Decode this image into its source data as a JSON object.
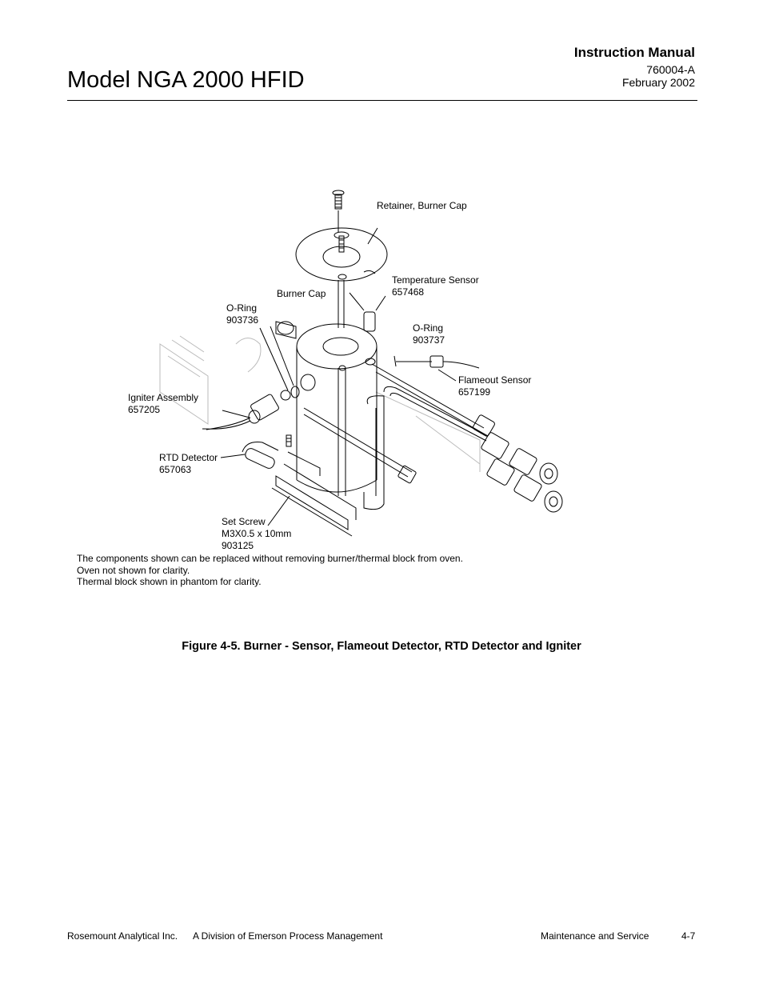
{
  "header": {
    "title": "Model NGA 2000 HFID",
    "manual_label": "Instruction Manual",
    "doc_number": "760004-A",
    "date": "February 2002"
  },
  "figure": {
    "callouts": {
      "retainer": "Retainer, Burner Cap",
      "temp_sensor": [
        "Temperature Sensor",
        "657468"
      ],
      "burner_cap": "Burner Cap",
      "oring_left": [
        "O-Ring",
        "903736"
      ],
      "oring_right": [
        "O-Ring",
        "903737"
      ],
      "flameout": [
        "Flameout Sensor",
        "657199"
      ],
      "igniter": [
        "Igniter Assembly",
        "657205"
      ],
      "rtd": [
        "RTD Detector",
        "657063"
      ],
      "set_screw": [
        "Set Screw",
        "M3X0.5 x 10mm",
        "903125"
      ]
    },
    "notes": [
      "The components shown can be replaced without removing burner/thermal block from oven.",
      "Oven not shown for clarity.",
      "Thermal block shown in phantom for clarity."
    ],
    "caption": "Figure 4-5.  Burner - Sensor, Flameout Detector, RTD Detector and Igniter"
  },
  "footer": {
    "company": "Rosemount Analytical Inc.",
    "division": "A Division of Emerson Process Management",
    "section": "Maintenance and Service",
    "page": "4-7"
  }
}
